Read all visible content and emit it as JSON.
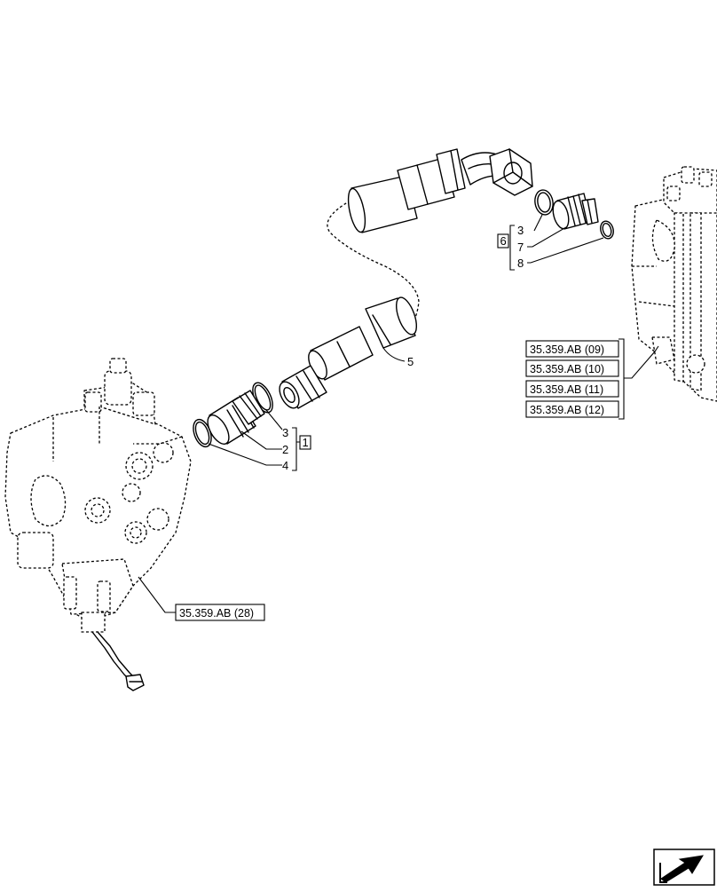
{
  "item_numbers": {
    "left_group": [
      "3",
      "2",
      "4"
    ],
    "left_group_kit": "1",
    "hose": "5",
    "right_group": [
      "3",
      "7",
      "8"
    ],
    "right_group_kit": "6"
  },
  "references": {
    "right_valve": [
      "35.359.AB (09)",
      "35.359.AB (10)",
      "35.359.AB (11)",
      "35.359.AB (12)"
    ],
    "left_valve": "35.359.AB (28)"
  }
}
